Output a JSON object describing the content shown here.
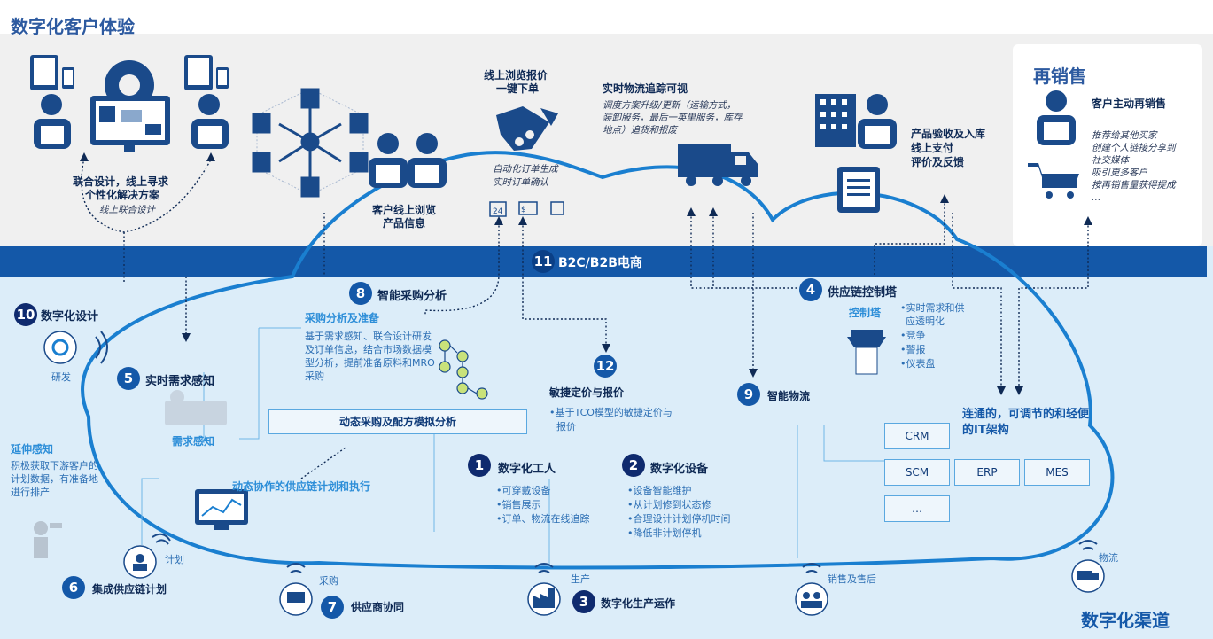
{
  "header": {
    "title": "数字化客户体验"
  },
  "resale": {
    "title": "再销售",
    "heading": "客户主动再销售",
    "lines": [
      "推荐给其他买家",
      "创建个人链接分享到",
      "社交媒体",
      "吸引更多客户",
      "按再销售量获得提成",
      "…"
    ]
  },
  "customer": {
    "design_label_1": "联合设计，线上寻求",
    "design_label_2": "个性化解决方案",
    "design_sub": "线上联合设计",
    "browse_label_1": "客户线上浏览",
    "browse_label_2": "产品信息",
    "order_label_1": "线上浏览报价",
    "order_label_2": "一键下单",
    "order_sub_1": "自动化订单生成",
    "order_sub_2": "实时订单确认",
    "logistics_title": "实时物流追踪可视",
    "logistics_sub": "调度方案升级/更新（运输方式，装卸服务，最后一英里服务，库存地点）追货和报废",
    "accept_1": "产品验收及入库",
    "accept_2": "线上支付",
    "accept_3": "评价及反馈"
  },
  "band": {
    "num": "11",
    "label": "B2C/B2B电商"
  },
  "nodes": {
    "n1": {
      "num": "1",
      "label": "数字化工人",
      "bullets": [
        "•可穿戴设备",
        "•销售展示",
        "•订单、物流在线追踪"
      ]
    },
    "n2": {
      "num": "2",
      "label": "数字化设备",
      "bullets": [
        "•设备智能维护",
        "•从计划修到状态修",
        "•合理设计计划停机时间",
        "•降低非计划停机"
      ]
    },
    "n3": {
      "num": "3",
      "label": "数字化生产运作"
    },
    "n4": {
      "num": "4",
      "label": "供应链控制塔",
      "tower": "控制塔",
      "bullets": [
        "•实时需求和供",
        "应透明化",
        "•竞争",
        "•警报",
        "•仪表盘"
      ]
    },
    "n5": {
      "num": "5",
      "label": "实时需求感知",
      "sub": "需求感知"
    },
    "n6": {
      "num": "6",
      "label": "集成供应链计划"
    },
    "n7": {
      "num": "7",
      "label": "供应商协同"
    },
    "n8": {
      "num": "8",
      "label": "智能采购分析",
      "sub_title": "采购分析及准备",
      "desc": "基于需求感知、联合设计研发及订单信息，结合市场数据模型分析，提前准备原料和MRO采购"
    },
    "n9": {
      "num": "9",
      "label": "智能物流"
    },
    "n10": {
      "num": "10",
      "label": "数字化设计",
      "sub": "研发"
    },
    "n12": {
      "num": "12",
      "label": "敏捷定价与报价",
      "bullets": [
        "•基于TCO模型的敏捷定价与",
        "报价"
      ]
    }
  },
  "dynamic_box": "动态采购及配方模拟分析",
  "dynamic_plan": "动态协作的供应链计划和执行",
  "extend": {
    "title": "延伸感知",
    "desc": "积极获取下游客户的计划数据，有准备地进行排产"
  },
  "it": {
    "title_1": "连通的，可调节的和轻便",
    "title_2": "的IT架构",
    "boxes": [
      "CRM",
      "SCM",
      "ERP",
      "MES",
      "…"
    ]
  },
  "channels": {
    "plan": "计划",
    "purchase": "采购",
    "production": "生产",
    "sales": "销售及售后",
    "logistics": "物流"
  },
  "footer": {
    "title": "数字化渠道"
  },
  "colors": {
    "band": "#1458a8",
    "cloud": "#1a7fd0",
    "light_bg": "#dcedf9",
    "top_bg": "#f0f0f0",
    "icon": "#1a4a8a"
  },
  "icons": [
    "tablet-icon",
    "phone-icon",
    "person-icon",
    "gear-monitor-icon",
    "network-icon",
    "handshake-icon",
    "truck-icon",
    "building-icon",
    "tablet-doc-icon",
    "cart-icon",
    "control-tower-icon",
    "wifi-icon",
    "factory-icon",
    "robot-icon"
  ]
}
